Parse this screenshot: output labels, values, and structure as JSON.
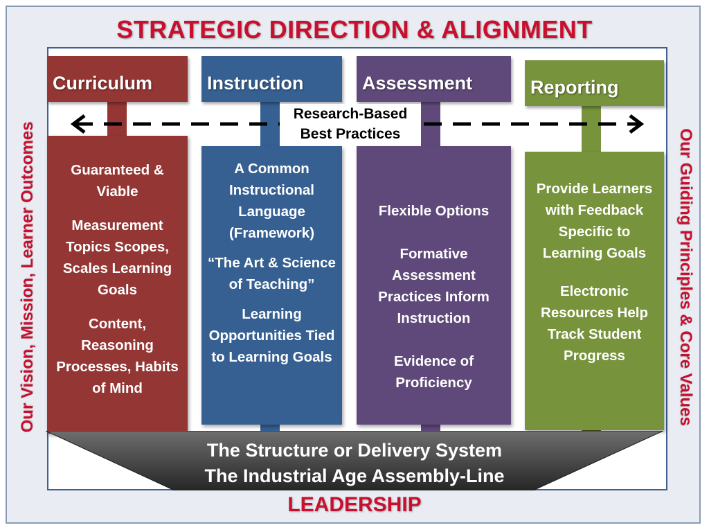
{
  "title": "STRATEGIC DIRECTION & ALIGNMENT",
  "footer_title": "LEADERSHIP",
  "left_label": "Our Vision, Mission, Learner Outcomes",
  "right_label": "Our Guiding Principles & Core Values",
  "center_label": {
    "line1": "Research-Based",
    "line2": "Best Practices"
  },
  "base": {
    "line1": "The Structure or Delivery System",
    "line2": "The Industrial Age Assembly-Line"
  },
  "colors": {
    "curriculum": "#943634",
    "instruction": "#366092",
    "assessment": "#5f497a",
    "reporting": "#77933c",
    "title_red": "#c8102e"
  },
  "columns": {
    "curriculum": {
      "header": "Curriculum",
      "items": [
        "Guaranteed & Viable",
        "Measurement Topics Scopes, Scales Learning Goals",
        "Content, Reasoning Processes, Habits of Mind"
      ]
    },
    "instruction": {
      "header": "Instruction",
      "items": [
        "A Common Instructional Language (Framework)",
        "“The Art & Science of Teaching”",
        "Learning Opportunities Tied to Learning Goals"
      ]
    },
    "assessment": {
      "header": "Assessment",
      "items": [
        "Flexible Options",
        "Formative Assessment Practices Inform Instruction",
        "Evidence of Proficiency"
      ]
    },
    "reporting": {
      "header": "Reporting",
      "items": [
        "Provide Learners with Feedback Specific to Learning Goals",
        "Electronic Resources Help Track Student Progress"
      ]
    }
  }
}
